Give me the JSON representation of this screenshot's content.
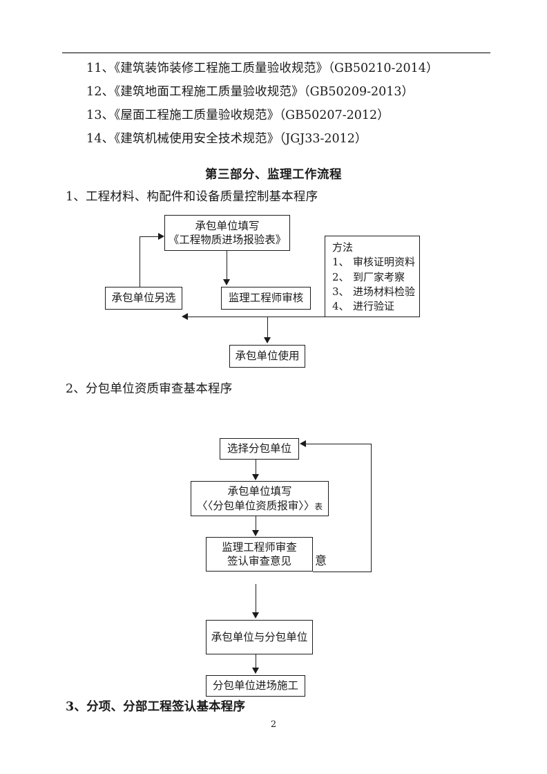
{
  "document": {
    "page_number": "2",
    "standards": [
      {
        "index": "11、",
        "title": "《建筑装饰装修工程施工质量验收规范》",
        "code": "（GB50210-2014）"
      },
      {
        "index": "12、",
        "title": "《建筑地面工程施工质量验收规范》",
        "code": "（GB50209-2013）"
      },
      {
        "index": "13、",
        "title": "《屋面工程施工质量验收规范》",
        "code": "（GB50207-2012）"
      },
      {
        "index": "14、",
        "title": "《建筑机械使用安全技术规范》",
        "code": "（JGJ33-2012）"
      }
    ],
    "section_title": "第三部分、监理工作流程",
    "procedures": [
      {
        "heading": "1、工程材料、构配件和设备质量控制基本程序"
      },
      {
        "heading": "2、分包单位资质审查基本程序"
      },
      {
        "heading": "3、分项、分部工程签认基本程序"
      }
    ]
  },
  "flowchart1": {
    "nodes": {
      "fill_form": {
        "line1": "承包单位填写",
        "line2": "《工程物质进场报验表》"
      },
      "supervisor_review": {
        "line1": "监理工程师审核"
      },
      "reselect": {
        "line1": "承包单位另选"
      },
      "use": {
        "line1": "承包单位使用"
      }
    },
    "method_box": {
      "title": "方法",
      "items": [
        {
          "idx": "1、",
          "text": "审核证明资料"
        },
        {
          "idx": "2、",
          "text": "到厂家考察"
        },
        {
          "idx": "3、",
          "text": "进场材料检验"
        },
        {
          "idx": "4、",
          "text": "进行验证"
        }
      ]
    }
  },
  "flowchart2": {
    "nodes": {
      "select_sub": {
        "line1": "选择分包单位"
      },
      "fill_form": {
        "line1": "承包单位填写",
        "line2": "〈〈分包单位资质报审〉〉",
        "line2_suffix": "表"
      },
      "supervisor_review": {
        "line1": "监理工程师审查",
        "line2": "签认审查意见"
      },
      "contract": {
        "line1": "承包单位与分包单位"
      },
      "enter_site": {
        "line1": "分包单位进场施工"
      }
    },
    "labels": {
      "disagree": "意"
    }
  }
}
